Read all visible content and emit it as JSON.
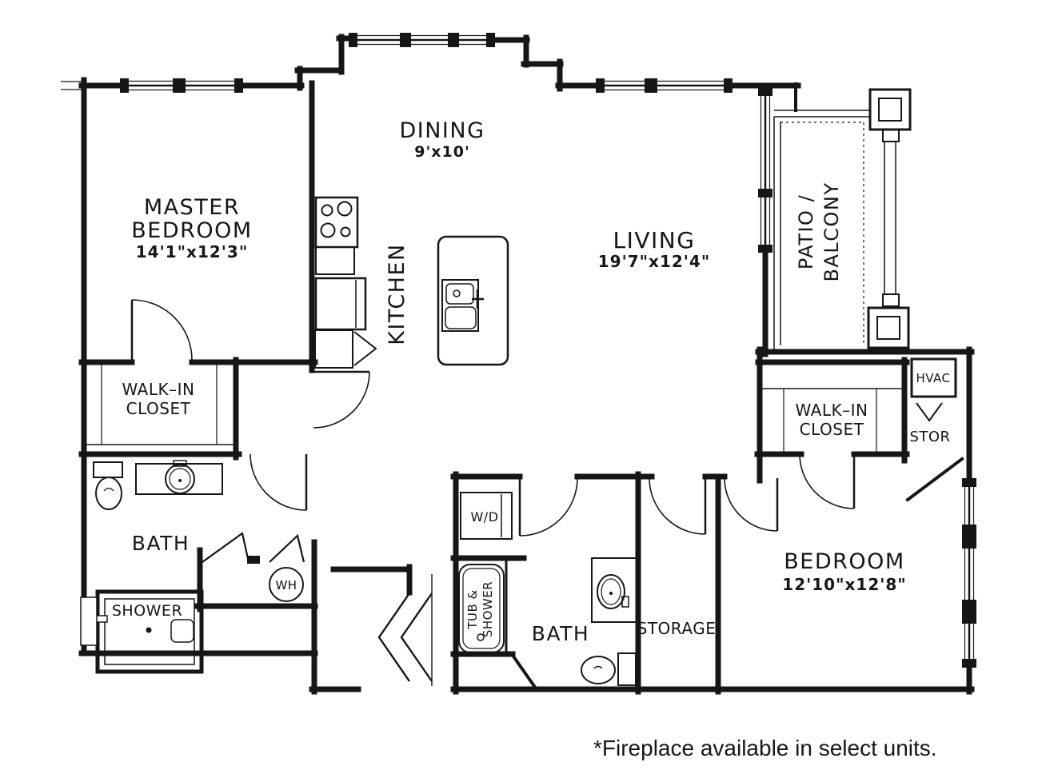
{
  "floor_plan": {
    "type": "apartment-unit-2bed-2bath",
    "labels": {
      "master_bedroom_1": "MASTER",
      "master_bedroom_2": "BEDROOM",
      "master_bedroom_dims": "14'1\"x12'3\"",
      "dining": "DINING",
      "dining_dims": "9'x10'",
      "kitchen": "KITCHEN",
      "living": "LIVING",
      "living_dims": "19'7\"x12'4\"",
      "patio_1": "PATIO /",
      "patio_2": "BALCONY",
      "walkin_left_1": "WALK–IN",
      "walkin_left_2": "CLOSET",
      "bath_left": "BATH",
      "shower": "SHOWER",
      "wh": "WH",
      "wd": "W/D",
      "tub_1": "TUB &",
      "tub_2": "SHOWER",
      "bath_center": "BATH",
      "storage": "STORAGE",
      "walkin_right_1": "WALK–IN",
      "walkin_right_2": "CLOSET",
      "hvac": "HVAC",
      "stor": "STOR",
      "bedroom": "BEDROOM",
      "bedroom_dims": "12'10\"x12'8\"",
      "footnote": "*Fireplace available in select units."
    },
    "colors": {
      "ink": "#161616",
      "background": "#ffffff"
    }
  }
}
